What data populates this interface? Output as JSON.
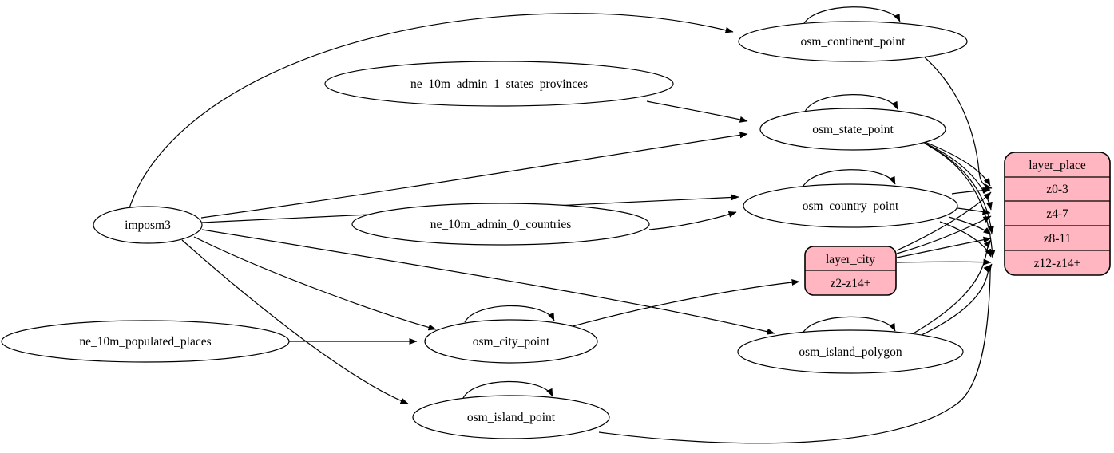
{
  "diagram": {
    "type": "etl-graph",
    "colors": {
      "node_fill": "#ffffff",
      "table_fill": "#ffb6c1",
      "stroke": "#000000",
      "background": "#ffffff"
    },
    "nodes": {
      "imposm3": {
        "label": "imposm3"
      },
      "ne_10m_admin_1_states_provinces": {
        "label": "ne_10m_admin_1_states_provinces"
      },
      "ne_10m_admin_0_countries": {
        "label": "ne_10m_admin_0_countries"
      },
      "ne_10m_populated_places": {
        "label": "ne_10m_populated_places"
      },
      "osm_continent_point": {
        "label": "osm_continent_point"
      },
      "osm_state_point": {
        "label": "osm_state_point"
      },
      "osm_country_point": {
        "label": "osm_country_point"
      },
      "osm_city_point": {
        "label": "osm_city_point"
      },
      "osm_island_polygon": {
        "label": "osm_island_polygon"
      },
      "osm_island_point": {
        "label": "osm_island_point"
      }
    },
    "tables": {
      "layer_city": {
        "title": "layer_city",
        "rows": [
          "z2-z14+"
        ]
      },
      "layer_place": {
        "title": "layer_place",
        "rows": [
          "z0-3",
          "z4-7",
          "z8-11",
          "z12-z14+"
        ]
      }
    },
    "edges": [
      {
        "from": "imposm3",
        "to": "osm_continent_point"
      },
      {
        "from": "imposm3",
        "to": "osm_state_point"
      },
      {
        "from": "imposm3",
        "to": "osm_country_point"
      },
      {
        "from": "imposm3",
        "to": "osm_city_point"
      },
      {
        "from": "imposm3",
        "to": "osm_island_polygon"
      },
      {
        "from": "imposm3",
        "to": "osm_island_point"
      },
      {
        "from": "ne_10m_admin_1_states_provinces",
        "to": "osm_state_point"
      },
      {
        "from": "ne_10m_admin_0_countries",
        "to": "osm_country_point"
      },
      {
        "from": "ne_10m_populated_places",
        "to": "osm_city_point"
      },
      {
        "from": "osm_continent_point",
        "to": "osm_continent_point"
      },
      {
        "from": "osm_state_point",
        "to": "osm_state_point"
      },
      {
        "from": "osm_country_point",
        "to": "osm_country_point"
      },
      {
        "from": "osm_city_point",
        "to": "osm_city_point"
      },
      {
        "from": "osm_island_polygon",
        "to": "osm_island_polygon"
      },
      {
        "from": "osm_island_point",
        "to": "osm_island_point"
      },
      {
        "from": "osm_city_point",
        "to": "layer_city:z2-z14+"
      },
      {
        "from": "osm_continent_point",
        "to": "layer_place:z0-3"
      },
      {
        "from": "osm_state_point",
        "to": "layer_place:z0-3"
      },
      {
        "from": "osm_state_point",
        "to": "layer_place:z4-7"
      },
      {
        "from": "osm_state_point",
        "to": "layer_place:z8-11"
      },
      {
        "from": "osm_state_point",
        "to": "layer_place:z12-z14+"
      },
      {
        "from": "osm_country_point",
        "to": "layer_place:z0-3"
      },
      {
        "from": "osm_country_point",
        "to": "layer_place:z4-7"
      },
      {
        "from": "osm_country_point",
        "to": "layer_place:z8-11"
      },
      {
        "from": "osm_country_point",
        "to": "layer_place:z12-z14+"
      },
      {
        "from": "layer_city",
        "to": "layer_place:z0-3"
      },
      {
        "from": "layer_city",
        "to": "layer_place:z4-7"
      },
      {
        "from": "layer_city",
        "to": "layer_place:z8-11"
      },
      {
        "from": "layer_city",
        "to": "layer_place:z12-z14+"
      },
      {
        "from": "osm_island_polygon",
        "to": "layer_place:z8-11"
      },
      {
        "from": "osm_island_polygon",
        "to": "layer_place:z12-z14+"
      },
      {
        "from": "osm_island_point",
        "to": "layer_place:z12-z14+"
      }
    ]
  }
}
